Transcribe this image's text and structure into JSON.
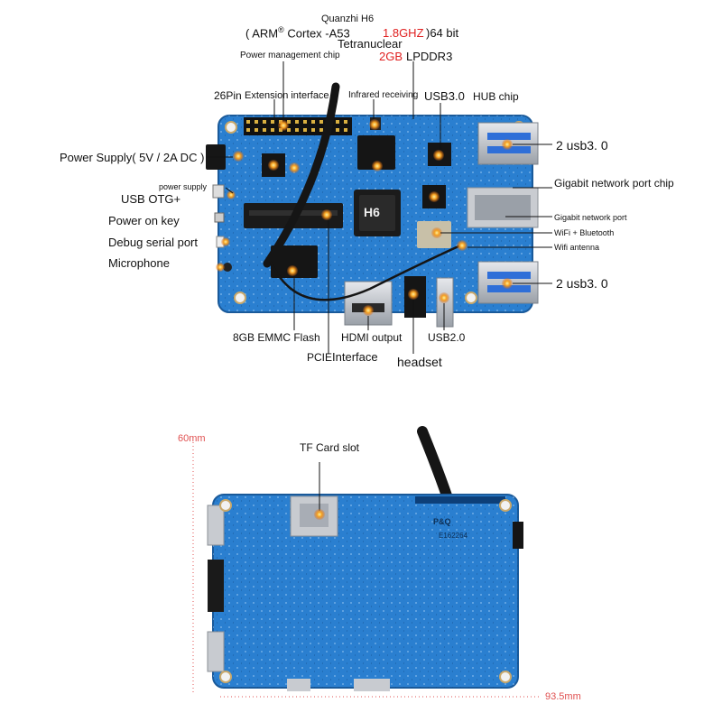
{
  "top_board": {
    "soc": {
      "line1": "Quanzhi H6",
      "line2_a": "( ARM",
      "line2_reg": "®",
      "line2_b": "Cortex -A53",
      "line2_freq": "1.8GHZ",
      "line2_c": ")64 bit",
      "line3": "Tetranuclear"
    },
    "labels": {
      "power_mgmt_chip": "Power management chip",
      "ram_size": "2GB",
      "ram_type": "LPDDR3",
      "pin_header": "26Pin",
      "emmc_interface": "Extension interface",
      "infrared": "Infrared receiving",
      "usb3": "USB3.0",
      "hub_chip": "HUB chip",
      "power_supply": "Power Supply( 5V / 2A DC )",
      "power_supply_small": "power supply",
      "usb_otg": "USB OTG+",
      "power_key": "Power on key",
      "debug_serial": "Debug serial port",
      "microphone": "Microphone",
      "usb3_top": "2 usb3. 0",
      "gigabit_chip": "Gigabit network port chip",
      "gigabit_port": "Gigabit network port",
      "wifi_bt": "WiFi + Bluetooth",
      "wifi_antenna": "Wifi antenna",
      "usb3_bottom": "2 usb3. 0",
      "emmc_flash": "8GB EMMC Flash",
      "hdmi": "HDMI output",
      "usb2": "USB2.0",
      "pcie_a": "PCIE",
      "pcie_b": "Interface",
      "headset": "headset",
      "chip_marking": "H6"
    }
  },
  "bottom_board": {
    "tf_slot": "TF  Card slot",
    "height_dim": "60mm",
    "width_dim": "93.5mm",
    "pcb_marking_1": "P&Q",
    "pcb_marking_2": "E162264"
  },
  "colors": {
    "board": "#2a7fd0",
    "board_dark": "#1e62a8",
    "accent_red": "#e02020",
    "dimension_red": "#e05050",
    "callout_orange": "#f07a1a"
  }
}
